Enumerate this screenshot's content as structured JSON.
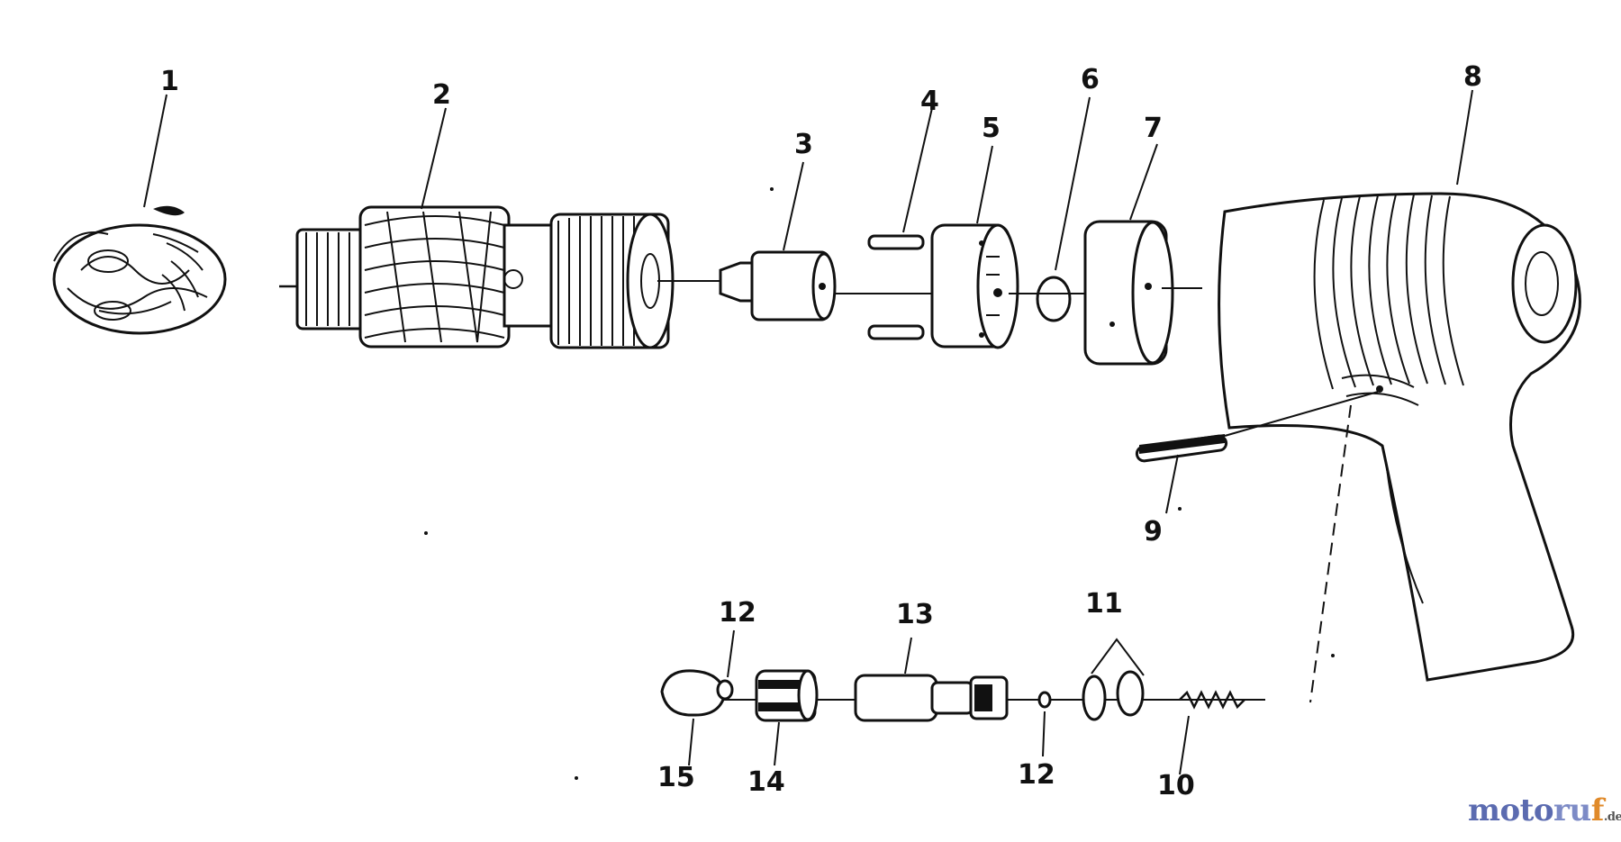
{
  "callouts": {
    "c1": "1",
    "c2": "2",
    "c3": "3",
    "c4": "4",
    "c5": "5",
    "c6": "6",
    "c7": "7",
    "c8": "8",
    "c9": "9",
    "c10": "10",
    "c11": "11",
    "c12a": "12",
    "c12b": "12",
    "c13": "13",
    "c14": "14",
    "c15": "15"
  },
  "watermark": {
    "part1": "moto",
    "part2": "ru",
    "part3": "f",
    "part4": ".de"
  },
  "colors": {
    "line": "#111111",
    "background": "#ffffff",
    "watermark_blue": "#5b6bb0",
    "watermark_orange": "#e08a2a"
  }
}
